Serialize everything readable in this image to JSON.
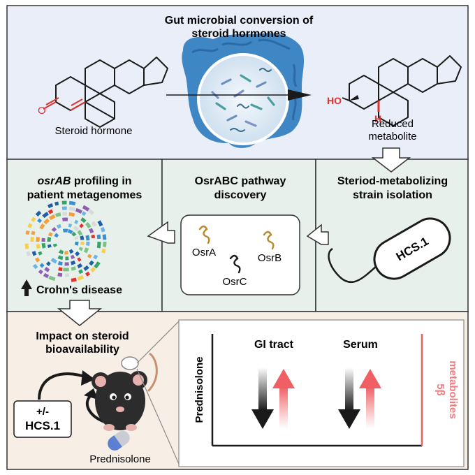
{
  "top_panel": {
    "title_line1": "Gut microbial conversion of",
    "title_line2": "steroid hormones",
    "left_label": "Steroid hormone",
    "right_label_line1": "Reduced",
    "right_label_line2": "metabolite",
    "ho_label": "HO",
    "h_label": "H",
    "o_label": "O"
  },
  "middle_left": {
    "title_italic": "osrAB",
    "title_rest": " profiling in",
    "title_line2": "patient metagenomes",
    "disease_label": "Crohn's disease"
  },
  "middle_center": {
    "title_line1": "OsrABC pathway",
    "title_line2": "discovery",
    "gene_a": "OsrA",
    "gene_b": "OsrB",
    "gene_c": "OsrC"
  },
  "middle_right": {
    "title_line1": "Steriod-metabolizing",
    "title_line2": "strain isolation",
    "strain_label": "HCS.1"
  },
  "bottom_left": {
    "title_line1": "Impact on steroid",
    "title_line2": "bioavailability",
    "treatment_line1": "+/-",
    "treatment_line2": "HCS.1",
    "drug_label": "Prednisolone"
  },
  "bottom_chart": {
    "y_label": "Prednisolone",
    "col1_label": "GI tract",
    "col2_label": "Serum",
    "right_axis_label_line1": "5β",
    "right_axis_label_line2": "metabolites"
  },
  "colors": {
    "top_bg": "#e9eef8",
    "middle_bg": "#e8f0eb",
    "bottom_bg": "#f7efe6",
    "border": "#333333",
    "red_accent": "#e0312f",
    "pink_arrow": "#f07c7f",
    "gene_brown": "#b8862d",
    "gut_blue": "#3f86c4"
  }
}
